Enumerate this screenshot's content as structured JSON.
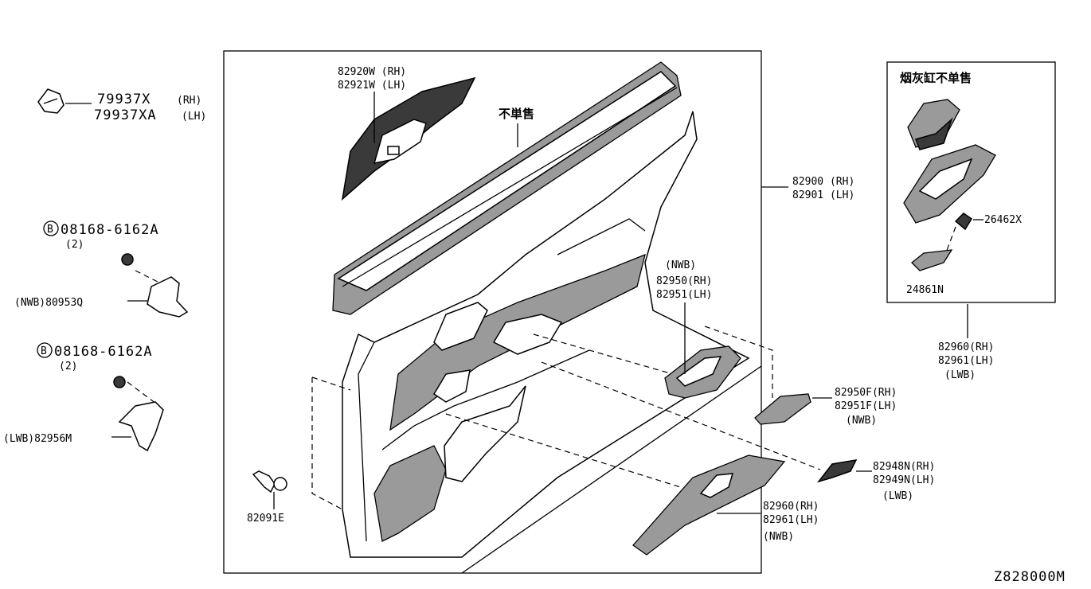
{
  "diagram_id": "Z828000M",
  "no_sale_text": "不単售",
  "ashtray_no_sale_text": "烟灰缸不单售",
  "labels": {
    "p79937x_a": "79937X",
    "p79937x_b": "(RH)",
    "p79937xa_a": "79937XA",
    "p79937xa_b": "(LH)",
    "bolt1_circle": "B",
    "bolt1_num": "08168-6162A",
    "bolt1_qty": "(2)",
    "p80953q": "(NWB)80953Q",
    "bolt2_circle": "B",
    "bolt2_num": "08168-6162A",
    "bolt2_qty": "(2)",
    "p82956m": "(LWB)82956M",
    "p82091e": "82091E",
    "p82920w": "82920W (RH)",
    "p82921w": "82921W (LH)",
    "p82900": "82900 (RH)",
    "p82901": "82901 (LH)",
    "p82950_nwb": "(NWB)",
    "p82950": "82950(RH)",
    "p82951": "82951(LH)",
    "p82950f": "82950F(RH)",
    "p82951f": "82951F(LH)",
    "p82950f_nwb": "(NWB)",
    "p82948n": "82948N(RH)",
    "p82949n": "82949N(LH)",
    "p82948n_lwb": "(LWB)",
    "p82960_nwb_a": "82960(RH)",
    "p82961_nwb_a": "82961(LH)",
    "p82960_nwb_tag": "(NWB)",
    "p26462x": "26462X",
    "p24861n": "24861N",
    "p82960_lwb_a": "82960(RH)",
    "p82961_lwb_a": "82961(LH)",
    "p82960_lwb_tag": "(LWB)"
  }
}
